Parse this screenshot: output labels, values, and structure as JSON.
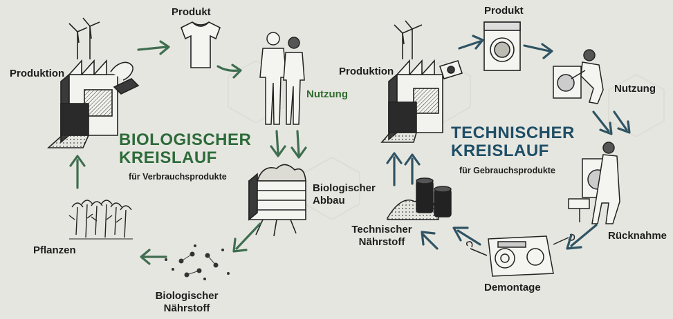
{
  "biological": {
    "title_line1": "BIOLOGISCHER",
    "title_line2": "KREISLAUF",
    "subtitle": "für Verbrauchsprodukte",
    "stages": {
      "produktion": "Produktion",
      "produkt": "Produkt",
      "nutzung": "Nutzung",
      "abbau_line1": "Biologischer",
      "abbau_line2": "Abbau",
      "naehrstoff_line1": "Biologischer",
      "naehrstoff_line2": "Nährstoff",
      "pflanzen": "Pflanzen"
    }
  },
  "technical": {
    "title_line1": "TECHNISCHER",
    "title_line2": "KREISLAUF",
    "subtitle": "für Gebrauchsprodukte",
    "stages": {
      "produktion": "Produktion",
      "produkt": "Produkt",
      "nutzung": "Nutzung",
      "ruecknahme": "Rücknahme",
      "demontage": "Demontage",
      "naehrstoff_line1": "Technischer",
      "naehrstoff_line2": "Nährstoff"
    }
  },
  "colors": {
    "background": "#e6e6e0",
    "bio_title": "#2d6b3a",
    "tech_title": "#1e4e66",
    "arrow_bio": "#3f6e50",
    "arrow_tech": "#2f5464"
  }
}
